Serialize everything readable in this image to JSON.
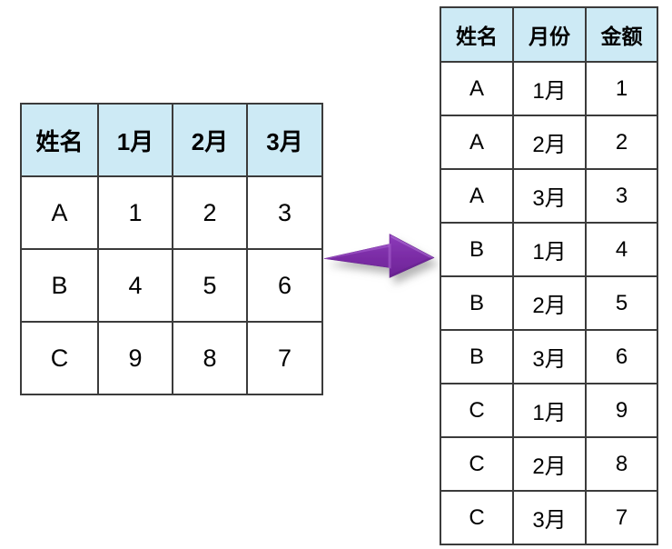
{
  "background_color": "#ffffff",
  "accent_color": "#7d2ea8",
  "header_fill_color": "#cdeaf5",
  "border_color": "#3b3b3b",
  "wide_table": {
    "name": "source-wide-table",
    "headers": [
      "姓名",
      "1月",
      "2月",
      "3月"
    ],
    "rows": [
      [
        "A",
        "1",
        "2",
        "3"
      ],
      [
        "B",
        "4",
        "5",
        "6"
      ],
      [
        "C",
        "9",
        "8",
        "7"
      ]
    ]
  },
  "long_table": {
    "name": "result-long-table",
    "headers": [
      "姓名",
      "月份",
      "金额"
    ],
    "rows": [
      [
        "A",
        "1月",
        "1"
      ],
      [
        "A",
        "2月",
        "2"
      ],
      [
        "A",
        "3月",
        "3"
      ],
      [
        "B",
        "1月",
        "4"
      ],
      [
        "B",
        "2月",
        "5"
      ],
      [
        "B",
        "3月",
        "6"
      ],
      [
        "C",
        "1月",
        "9"
      ],
      [
        "C",
        "2月",
        "8"
      ],
      [
        "C",
        "3月",
        "7"
      ]
    ]
  },
  "arrow": {
    "name": "transform-arrow-icon",
    "direction": "right",
    "fill": "#7d2ea8",
    "highlight": "#9b4fc4",
    "shade": "#5f2183"
  }
}
